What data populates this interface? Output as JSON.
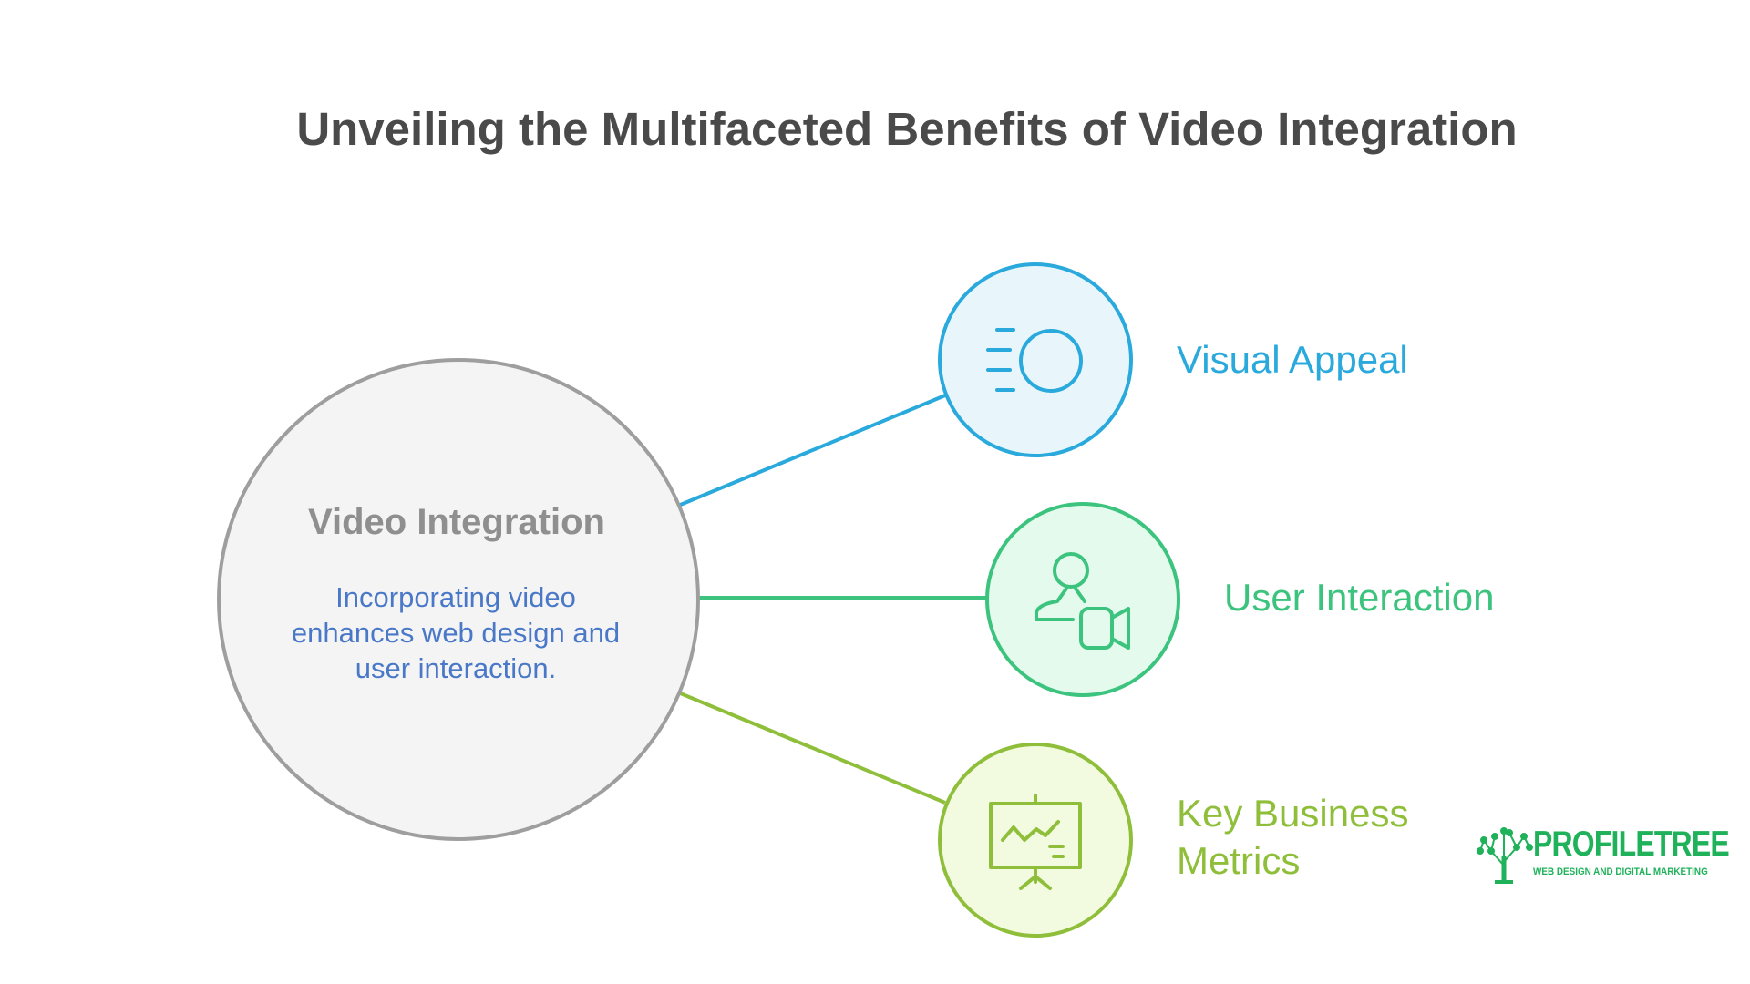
{
  "title": "Unveiling the Multifaceted Benefits of Video Integration",
  "center": {
    "title": "Video Integration",
    "description": "Incorporating video enhances web design and user interaction."
  },
  "branches": [
    {
      "label": "Visual Appeal",
      "icon": "light-speed-circle-icon",
      "color": "#29a9dc",
      "fill": "#e8f6fc"
    },
    {
      "label": "User Interaction",
      "icon": "user-video-icon",
      "color": "#3cc47e",
      "fill": "#e3faed"
    },
    {
      "label": "Key Business Metrics",
      "icon": "presentation-chart-icon",
      "color": "#8fbf3a",
      "fill": "#f2fadf"
    }
  ],
  "logo": {
    "name": "PROFILETREE",
    "tagline": "WEB DESIGN AND DIGITAL MARKETING",
    "color": "#1fb25a"
  }
}
